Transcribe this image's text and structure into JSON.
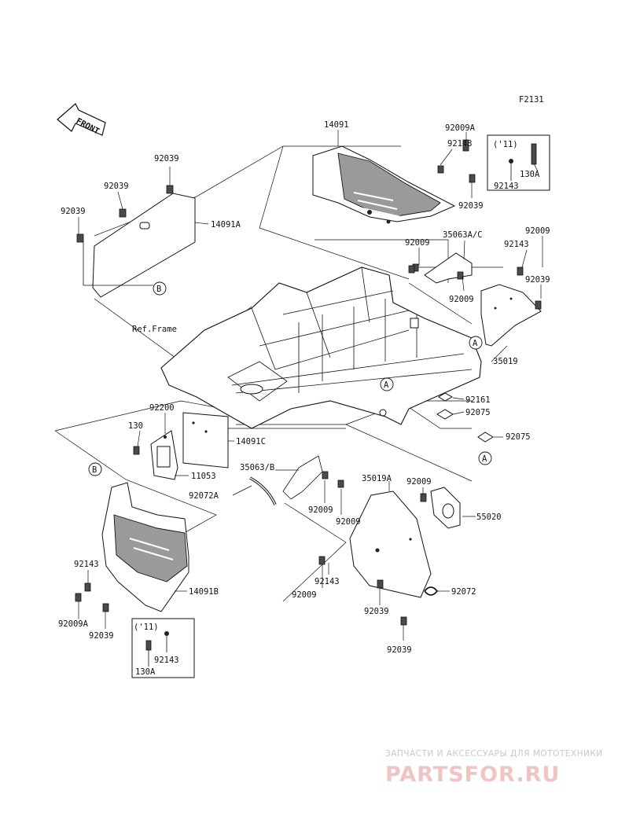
{
  "diagram_code": "F2131",
  "front_label": "FRONT",
  "ref_frame": "Ref.Frame",
  "watermark": {
    "tagline": "ЗАПЧАСТИ И АКСЕССУАРЫ ДЛЯ МОТОТЕХНИКИ",
    "brand": "PARTSFOR.RU"
  },
  "callouts": {
    "a_right": "A",
    "a_center": "A",
    "a_bottom": "A",
    "b_top": "B",
    "b_bottom": "B"
  },
  "inset_top": {
    "year": "('11)",
    "p1": "130A",
    "p2": "92143"
  },
  "inset_bottom": {
    "year": "('11)",
    "p1": "92143",
    "p2": "130A"
  },
  "labels": {
    "p14091": "14091",
    "p92009A_top": "92009A",
    "p92143_top": "92143",
    "p92039_tr": "92039",
    "p92009_mid": "92009",
    "p35063AC": "35063A/C",
    "p92009_r": "92009",
    "p92143_r": "92143",
    "p92039_r": "92039",
    "p92009_m2": "92009",
    "p35019": "35019",
    "p92039_l1": "92039",
    "p92039_l2": "92039",
    "p92039_l3": "92039",
    "p14091A": "14091A",
    "p92161": "92161",
    "p92075_a": "92075",
    "p92075_b": "92075",
    "p92200": "92200",
    "p130": "130",
    "p14091C": "14091C",
    "p11053": "11053",
    "p35063B": "35063/B",
    "p92072A": "92072A",
    "p92009_c1": "92009",
    "p92009_c2": "92009",
    "p35019A": "35019A",
    "p92009_c3": "92009",
    "p55020": "55020",
    "p92143_bl": "92143",
    "p92009A_bl": "92009A",
    "p92039_bl": "92039",
    "p14091B": "14091B",
    "p92009_b": "92009",
    "p92143_b": "92143",
    "p92039_b1": "92039",
    "p92072": "92072",
    "p92039_b2": "92039"
  }
}
